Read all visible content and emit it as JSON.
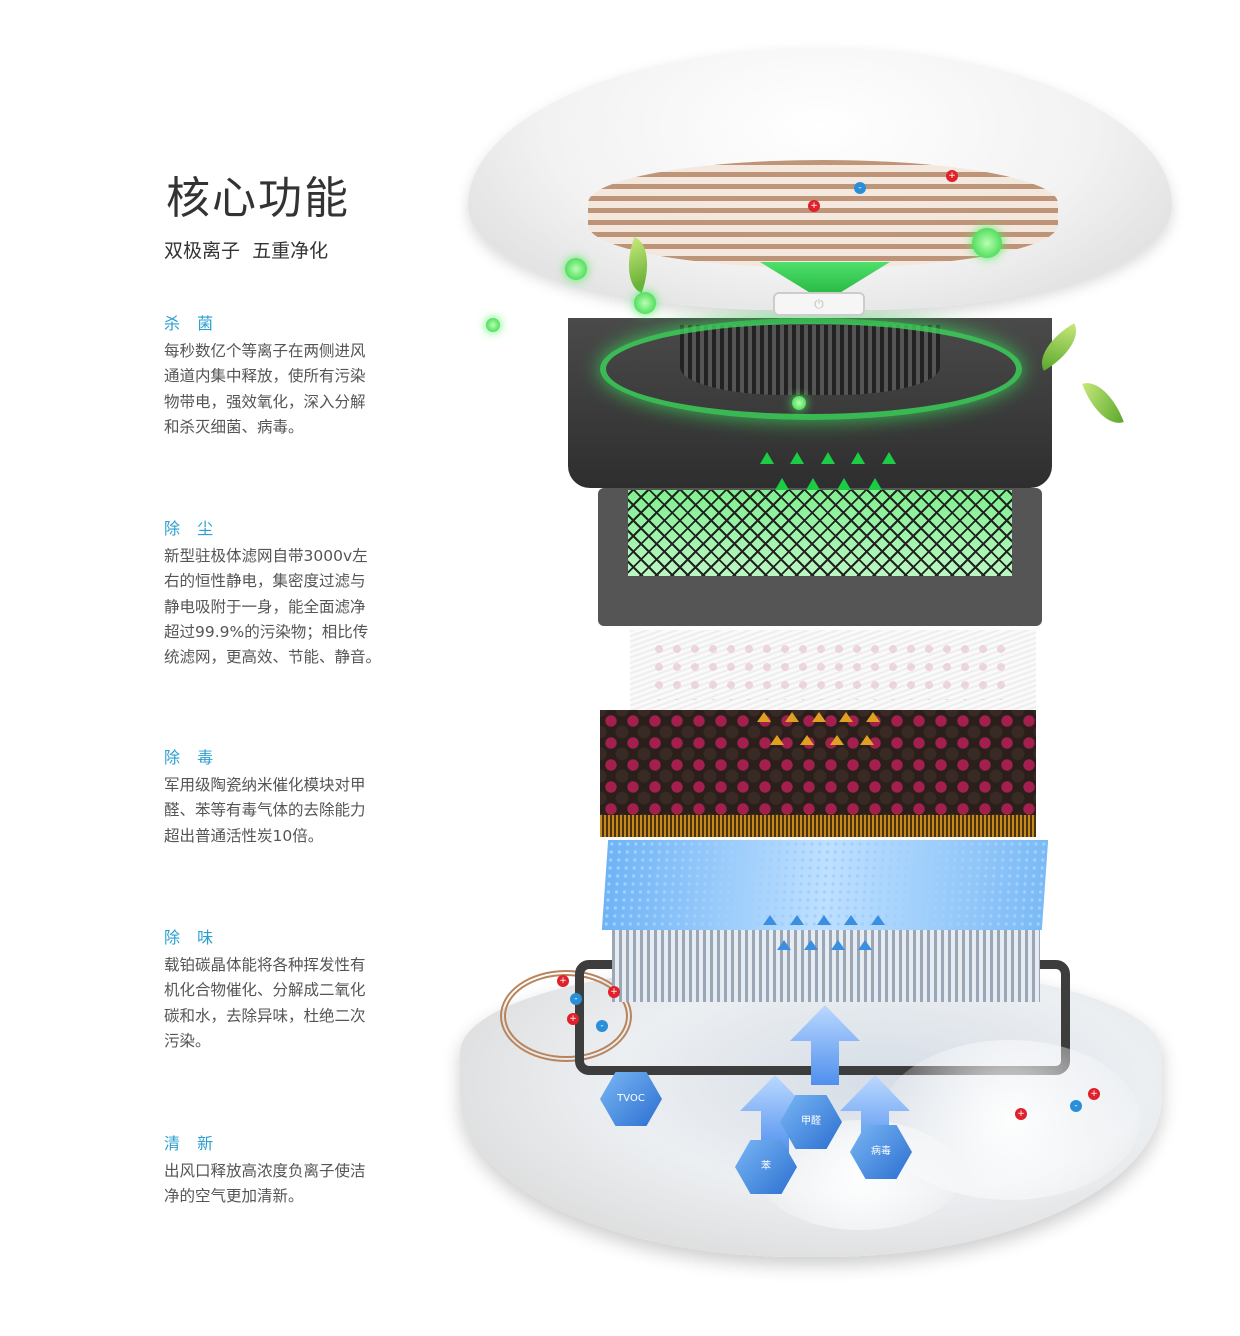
{
  "header": {
    "title": "核心功能",
    "subtitle": "双极离子  五重净化"
  },
  "features": [
    {
      "title": "杀 菌",
      "lines": [
        "每秒数亿个等离子在两侧进风",
        "通道内集中释放，使所有污染",
        "物带电，强效氧化，深入分解",
        "和杀灭细菌、病毒。"
      ]
    },
    {
      "title": "除 尘",
      "lines": [
        "新型驻极体滤网自带3000v左",
        "右的恒性静电，集密度过滤与",
        "静电吸附于一身，能全面滤净",
        "超过99.9%的污染物；相比传",
        "统滤网，更高效、节能、静音。"
      ]
    },
    {
      "title": "除 毒",
      "lines": [
        "军用级陶瓷纳米催化模块对甲",
        "醛、苯等有毒气体的去除能力",
        "超出普通活性炭10倍。"
      ]
    },
    {
      "title": "除 味",
      "lines": [
        "载铂碳晶体能将各种挥发性有",
        "机化合物催化、分解成二氧化",
        "碳和水，去除异味，杜绝二次",
        "污染。"
      ]
    },
    {
      "title": "清 新",
      "lines": [
        "出风口释放高浓度负离子使洁",
        "净的空气更加清新。"
      ]
    }
  ],
  "illustration": {
    "ion_labels": {
      "positive": "+",
      "negative": "-"
    },
    "pollutant_labels": [
      "TVOC",
      "甲醛",
      "苯",
      "病毒"
    ],
    "colors": {
      "accent": "#2a9fd0",
      "green": "#1ccc45",
      "text": "#555555"
    }
  }
}
